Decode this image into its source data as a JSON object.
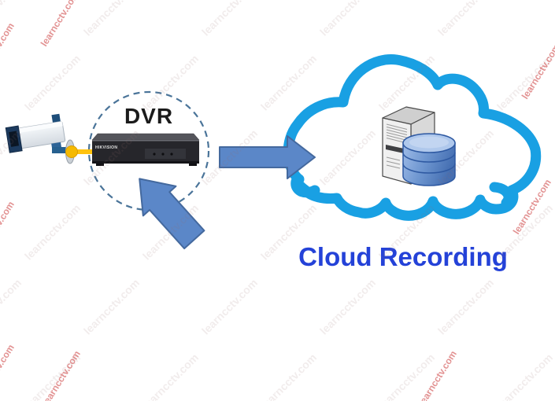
{
  "title": {
    "text": "Cloud Recording"
  },
  "labels": {
    "dvr": "DVR",
    "dvr_brand": "HIKVISION"
  },
  "watermark": {
    "text": "learncctv.com"
  },
  "colors": {
    "cloud_stroke": "#19A0E3",
    "arrow_fill": "#5B87C8",
    "arrow_stroke": "#44699E",
    "title": "#2442D8",
    "circle_stroke": "#4A7499",
    "dvr_text": "#1B1B1B",
    "cable": "#FFC20E",
    "bnc": "#F5B901",
    "watermark_gray": "#966E6E",
    "watermark_red": "#CC3A3A"
  }
}
